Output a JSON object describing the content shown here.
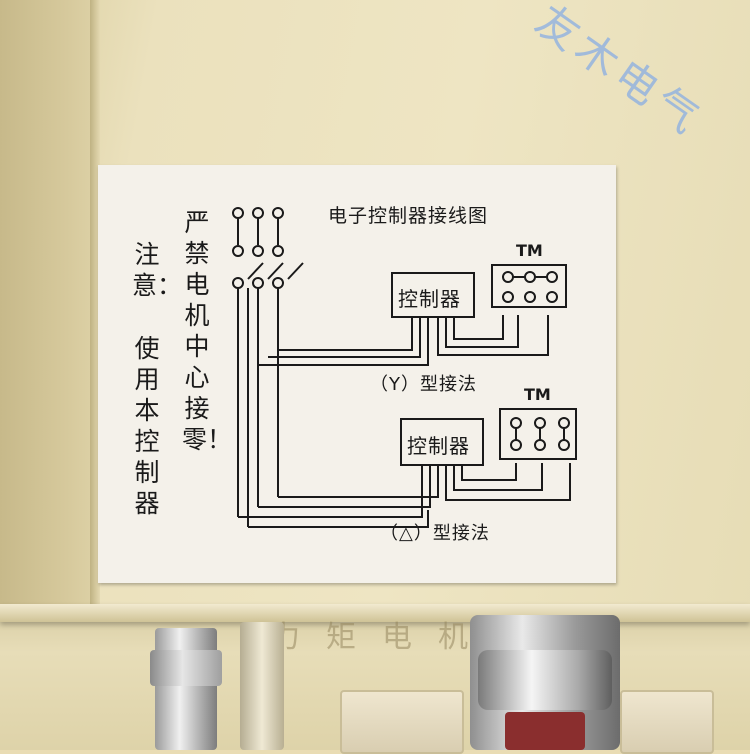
{
  "label": {
    "title": "电子控制器接线图",
    "warning_title": "注意：",
    "warning_lines": [
      "严禁电机中心接零！",
      "使用本控制器"
    ],
    "controller_label": "控制器",
    "tm_label": "TM",
    "y_caption": "（Y）型接法",
    "delta_caption": "（△）型接法"
  },
  "watermark": "友木电气",
  "housing_text": "力矩电机控",
  "colors": {
    "housing": "#ebe1bd",
    "label": "#f4f1ea",
    "ink": "#1a1a1a",
    "watermark": "#82aae6"
  }
}
